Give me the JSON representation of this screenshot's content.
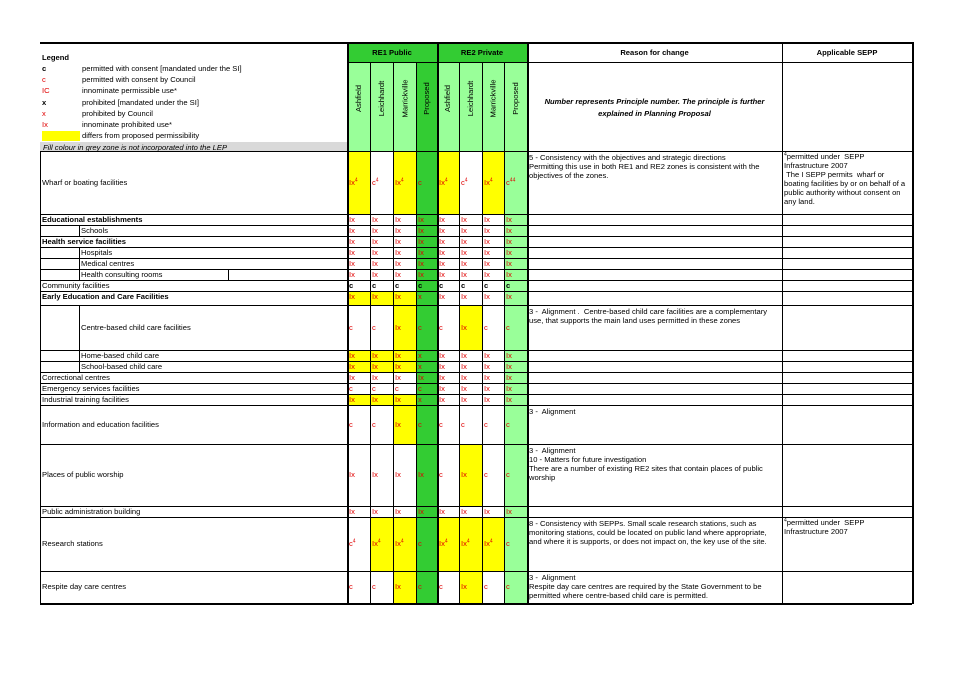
{
  "legend": {
    "title": "Legend",
    "items": [
      {
        "code": "c",
        "code_color": "#000000",
        "text": "permitted with consent [mandated under the SI]"
      },
      {
        "code": "c",
        "code_color": "#e00000",
        "text": "permitted with consent by Council"
      },
      {
        "code": "IC",
        "code_color": "#e00000",
        "text": "innominate permissible use*"
      },
      {
        "code": "x",
        "code_color": "#000000",
        "text": "prohibited [mandated under the SI]"
      },
      {
        "code": "x",
        "code_color": "#e00000",
        "text": "prohibited by Council"
      },
      {
        "code": "Ix",
        "code_color": "#e00000",
        "text": "innominate prohibited use*"
      },
      {
        "code": "",
        "code_color": "#ffff00",
        "text": "differs from proposed permissibility"
      }
    ],
    "grey_note": "Fill colour in grey  zone is not incorporated into the LEP"
  },
  "header": {
    "re1": "RE1 Public",
    "re2": "RE2 Private",
    "reason": "Reason for change",
    "sepp": "Applicable SEPP",
    "columns": [
      "Ashfield",
      "Leichhardt",
      "Marrickville",
      "Proposed"
    ],
    "note": "Number represents Principle number. The principle is further explained in Planning Proposal"
  },
  "colors": {
    "green_header": "#33cc33",
    "light_green": "#99ff99",
    "dark_green": "#33cc33",
    "yellow": "#ffff00",
    "grey": "#d9d9d9",
    "red_text": "#e00000"
  },
  "rows": [
    {
      "label": "Wharf or boating facilities",
      "cells": [
        "Ix",
        "c",
        "Ix",
        "c",
        "Ix",
        "c",
        "Ix",
        "c"
      ],
      "reason": "5 - Consistency with the objectives and strategic directions\nPermitting this use in both RE1 and RE2 zones is consistent with the objectives of the zones.",
      "sepp": "permitted under  SEPP Infrastructure 2007\n The I SEPP permits  wharf or boating facilities by or on behalf of a public authority without consent on any land.",
      "sepp_sup": "4"
    },
    {
      "label": "Educational establishments",
      "cells": [
        "Ix",
        "Ix",
        "Ix",
        "Ix",
        "Ix",
        "Ix",
        "Ix",
        "Ix"
      ],
      "reason": "",
      "sepp": ""
    },
    {
      "label": "Schools",
      "cells": [
        "Ix",
        "Ix",
        "Ix",
        "Ix",
        "Ix",
        "Ix",
        "Ix",
        "Ix"
      ],
      "reason": "",
      "sepp": ""
    },
    {
      "label": "Health service facilities",
      "cells": [
        "Ix",
        "Ix",
        "Ix",
        "Ix",
        "Ix",
        "Ix",
        "Ix",
        "Ix"
      ],
      "reason": "",
      "sepp": ""
    },
    {
      "label": "Hospitals",
      "cells": [
        "Ix",
        "Ix",
        "Ix",
        "Ix",
        "Ix",
        "Ix",
        "Ix",
        "Ix"
      ],
      "reason": "",
      "sepp": ""
    },
    {
      "label": "Medical centres",
      "cells": [
        "Ix",
        "Ix",
        "Ix",
        "Ix",
        "Ix",
        "Ix",
        "Ix",
        "Ix"
      ],
      "reason": "",
      "sepp": ""
    },
    {
      "label": "Health consulting rooms",
      "cells": [
        "Ix",
        "Ix",
        "Ix",
        "Ix",
        "Ix",
        "Ix",
        "Ix",
        "Ix"
      ],
      "reason": "",
      "sepp": ""
    },
    {
      "label": "Community facilities",
      "cells": [
        "c",
        "c",
        "c",
        "c",
        "c",
        "c",
        "c",
        "c"
      ],
      "reason": "",
      "sepp": ""
    },
    {
      "label": "Early Education and Care Facilities",
      "cells": [
        "Ix",
        "Ix",
        "Ix",
        "x",
        "Ix",
        "Ix",
        "Ix",
        "Ix"
      ],
      "reason": "",
      "sepp": ""
    },
    {
      "label": "Centre-based child care facilities",
      "cells": [
        "c",
        "c",
        "Ix",
        "c",
        "c",
        "Ix",
        "c",
        "c"
      ],
      "reason": "3 -  Alignment .  Centre-based child care facilities are a complementary use, that supports the main land uses permitted in these zones",
      "sepp": ""
    },
    {
      "label": "Home-based child care",
      "cells": [
        "Ix",
        "Ix",
        "Ix",
        "x",
        "Ix",
        "Ix",
        "Ix",
        "Ix"
      ],
      "reason": "",
      "sepp": ""
    },
    {
      "label": "School-based child care",
      "cells": [
        "Ix",
        "Ix",
        "Ix",
        "x",
        "Ix",
        "Ix",
        "Ix",
        "Ix"
      ],
      "reason": "",
      "sepp": ""
    },
    {
      "label": "Correctional centres",
      "cells": [
        "Ix",
        "Ix",
        "Ix",
        "Ix",
        "Ix",
        "Ix",
        "Ix",
        "Ix"
      ],
      "reason": "",
      "sepp": ""
    },
    {
      "label": "Emergency services facilities",
      "cells": [
        "c",
        "c",
        "c",
        "c",
        "Ix",
        "Ix",
        "Ix",
        "Ix"
      ],
      "reason": "",
      "sepp": ""
    },
    {
      "label": "Industrial training facilities",
      "cells": [
        "Ix",
        "Ix",
        "Ix",
        "x",
        "Ix",
        "Ix",
        "Ix",
        "Ix"
      ],
      "reason": "",
      "sepp": ""
    },
    {
      "label": "Information and education facilities",
      "cells": [
        "c",
        "c",
        "Ix",
        "c",
        "c",
        "c",
        "c",
        "c"
      ],
      "reason": "3 -  Alignment",
      "sepp": ""
    },
    {
      "label": "Places of public worship",
      "cells": [
        "Ix",
        "Ix",
        "Ix",
        "Ix",
        "c",
        "Ix",
        "c",
        "c"
      ],
      "reason": "3 -  Alignment\n10 - Matters for future investigation\nThere are a number of existing RE2 sites that contain places of public worship",
      "sepp": ""
    },
    {
      "label": "Public administration building",
      "cells": [
        "Ix",
        "Ix",
        "Ix",
        "Ix",
        "Ix",
        "Ix",
        "Ix",
        "Ix"
      ],
      "reason": "",
      "sepp": ""
    },
    {
      "label": "Research stations",
      "cells": [
        "c",
        "Ix",
        "Ix",
        "c",
        "Ix",
        "Ix",
        "Ix",
        "c"
      ],
      "reason": "8 - Consistency with SEPPs. Small scale research stations, such as monitoring stations, could be located on public land where appropriate, and where it is supports, or does not impact on, the key use of the site.",
      "sepp": "permitted under  SEPP Infrastructure 2007",
      "sepp_sup": "4"
    },
    {
      "label": "Respite day care centres",
      "cells": [
        "c",
        "c",
        "Ix",
        "c",
        "c",
        "Ix",
        "c",
        "c"
      ],
      "reason": "3 -  Alignment\nRespite day care centres are required by the State Government to be permitted where centre-based child care is permitted.",
      "sepp": ""
    }
  ]
}
